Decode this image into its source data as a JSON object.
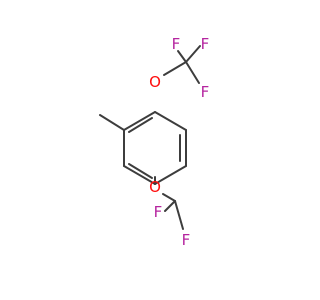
{
  "molecule": {
    "atoms": [
      {
        "id": "F_top_left",
        "symbol": "F"
      },
      {
        "id": "F_top_right",
        "symbol": "F"
      },
      {
        "id": "F_top_bottom",
        "symbol": "F"
      },
      {
        "id": "O_top",
        "symbol": "O"
      },
      {
        "id": "O_bottom",
        "symbol": "O"
      },
      {
        "id": "F_bottom_left",
        "symbol": "F"
      },
      {
        "id": "F_bottom_right",
        "symbol": "F"
      }
    ],
    "colors": {
      "bond": "#3d3d3d",
      "oxygen": "#ff0d0d",
      "fluorine": "#b5259f"
    }
  }
}
